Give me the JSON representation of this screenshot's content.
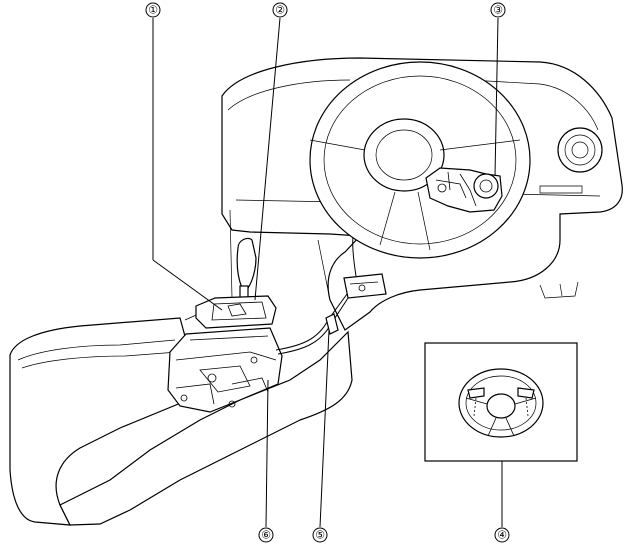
{
  "callouts": [
    {
      "id": "1",
      "label": "①"
    },
    {
      "id": "2",
      "label": "②"
    },
    {
      "id": "3",
      "label": "③"
    },
    {
      "id": "4",
      "label": "④"
    },
    {
      "id": "5",
      "label": "⑤"
    },
    {
      "id": "6",
      "label": "⑥"
    }
  ]
}
